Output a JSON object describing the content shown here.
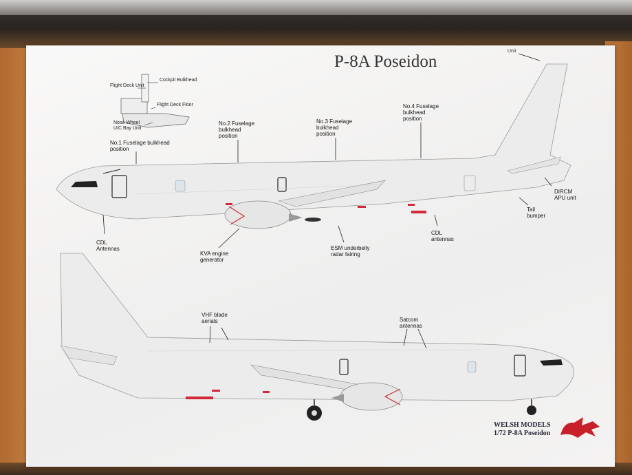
{
  "sheet": {
    "title": "P-8A Poseidon",
    "unit_label": "Unit",
    "manufacturer": "WELSH MODELS",
    "model_name": "1/72 P-8A Poseidon"
  },
  "inset": {
    "flight_deck_unit": "Flight Deck Unit",
    "cockpit_bulkhead": "Cockpit Bulkhead",
    "flight_deck_floor": "Flight Deck Floor",
    "nose_wheel_bay": "Nose Wheel\nU/C Bay Unit"
  },
  "upper_view": {
    "no1": "No.1 Fuselage bulkhead\nposition",
    "no2": "No.2 Fuselage\nbulkhead\nposition",
    "no3": "No.3 Fuselage\nbulkhead\nposition",
    "no4": "No.4 Fuselage\nbulkhead\nposition",
    "dircm": "DIRCM\nAPU unit",
    "tail_bumper": "Tail\nbumper",
    "cdl_antennas_front": "CDL\nAntennas",
    "kva_engine": "KVA engine\ngenerator",
    "esm_fairing": "ESM underbelly\nradar fairing",
    "cdl_antennas_rear": "CDL\nantennas"
  },
  "lower_view": {
    "vhf": "VHF blade\naerials",
    "satcom": "Satcom\nantennas"
  },
  "colors": {
    "paper": "#f4f3f2",
    "aircraft": "#ececec",
    "decal_red": "#d2283a",
    "dragon_red": "#c8202a"
  }
}
